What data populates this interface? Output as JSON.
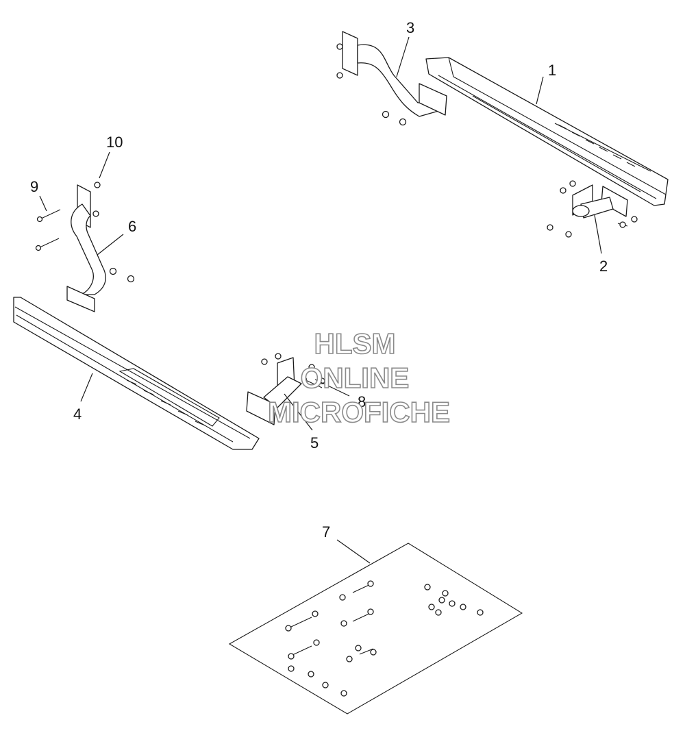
{
  "callouts": {
    "c1": "1",
    "c2": "2",
    "c3": "3",
    "c4": "4",
    "c5": "5",
    "c6": "6",
    "c7": "7",
    "c8": "8",
    "c9": "9",
    "c10": "10"
  },
  "watermark": {
    "line1": "HLSM",
    "line2": "ONLINE",
    "line3": "MICROFICHE"
  },
  "colors": {
    "ink": "#1a1a1a",
    "watermark_stroke": "#8a8a8a",
    "background": "#ffffff"
  }
}
